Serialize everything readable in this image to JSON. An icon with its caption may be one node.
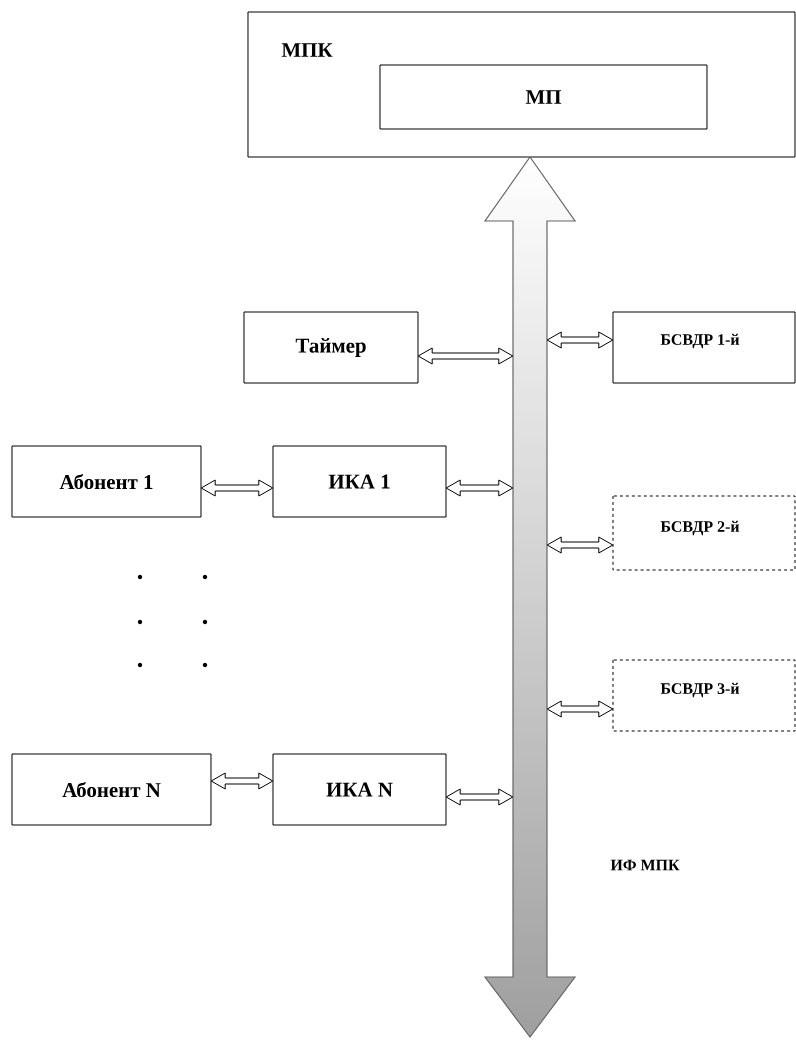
{
  "diagram": {
    "nodes": [
      {
        "text": [
          "МПК"
        ]
      },
      {
        "text": [
          "МП"
        ],
        "in": 0
      },
      {
        "text": [],
        "shape": "arrow",
        "beside": [
          "ИФ МПК"
        ]
      },
      {
        "text": [
          "Таймер"
        ]
      },
      {
        "text": [
          "БСВДР 1-й"
        ]
      },
      {
        "text": [
          "Абонент 1"
        ]
      },
      {
        "text": [
          "ИКА 1"
        ]
      },
      {
        "text": [
          "БСВДР 2-й"
        ]
      },
      {
        "text": [
          "БСВДР 3-й"
        ]
      },
      {
        "text": [
          "Абонент N"
        ]
      },
      {
        "text": [
          "ИКА N"
        ]
      }
    ],
    "edges": [
      {
        "from": 3,
        "to": 2,
        "arrow": "both"
      },
      {
        "from": 2,
        "to": 4,
        "arrow": "both"
      },
      {
        "from": 5,
        "to": 6,
        "arrow": "both"
      },
      {
        "from": 6,
        "to": 2,
        "arrow": "both"
      },
      {
        "from": 2,
        "to": 7,
        "arrow": "both"
      },
      {
        "from": 2,
        "to": 8,
        "arrow": "both"
      },
      {
        "from": 9,
        "to": 10,
        "arrow": "both"
      },
      {
        "from": 10,
        "to": 2,
        "arrow": "both"
      }
    ]
  }
}
